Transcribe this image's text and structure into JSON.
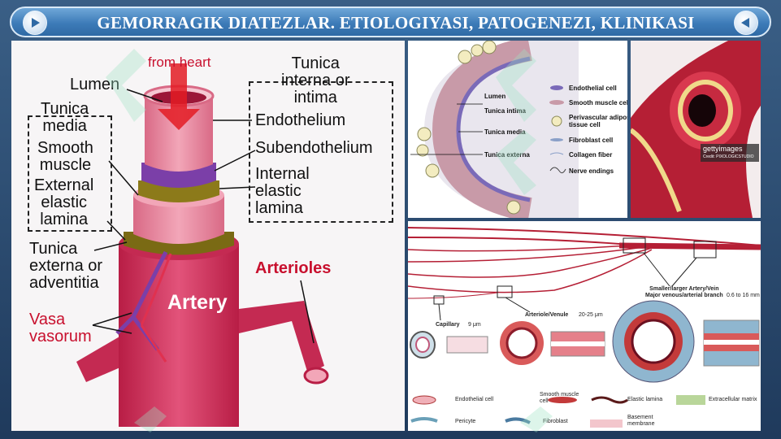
{
  "slide": {
    "title": "GEMORRAGIK DIATEZLAR. ETIOLOGIYASI, PATOGENEZI, KLINIKASI"
  },
  "navigation": {
    "prev_icon": "play-left-icon",
    "next_icon": "play-right-icon"
  },
  "artery_diagram": {
    "from_heart": "from heart",
    "lumen": "Lumen",
    "tunica_media": "Tunica\nmedia",
    "smooth_muscle": "Smooth\nmuscle",
    "external_elastic_lamina": "External\nelastic\nlamina",
    "tunica_externa": "Tunica\nexterna or\nadventitia",
    "vasa_vasorum": "Vasa\nvasorum",
    "tunica_interna": "Tunica\ninterna or\nintima",
    "endothelium": "Endothelium",
    "subendothelium": "Subendothelium",
    "internal_elastic_lamina": "Internal\nelastic\nlamina",
    "arterioles": "Arterioles",
    "artery": "Artery"
  },
  "wall_diagram": {
    "lumen": "Lumen",
    "tunica_intima": "Tunica intima",
    "tunica_media": "Tunica media",
    "tunica_externa": "Tunica externa",
    "legend": [
      {
        "label": "Endothelial cell"
      },
      {
        "label": "Smooth muscle cell"
      },
      {
        "label": "Perivascular adipose\ntissue cell"
      },
      {
        "label": "Fibroblast cell"
      },
      {
        "label": "Collagen fiber"
      },
      {
        "label": "Nerve endings"
      }
    ]
  },
  "photo": {
    "watermark": "gettyimages",
    "credit": "Credit: PIXOLOGICSTUDIO"
  },
  "branching_diagram": {
    "capillary": "Capillary",
    "capillary_size": "9 μm",
    "arteriole": "Arteriole/Venule",
    "arteriole_size": "20-25 μm",
    "artery": "Smaller/larger Artery/Vein\nMajor venous/arterial branch",
    "artery_size": "0.6 to 16 mm",
    "legend": [
      {
        "label": "Endothelial cell"
      },
      {
        "label": "Smooth muscle\ncell"
      },
      {
        "label": "Elastic lamina"
      },
      {
        "label": "Extracellular matrix"
      },
      {
        "label": "Pericyte"
      },
      {
        "label": "Fibroblast"
      },
      {
        "label": "Basement\nmembrane"
      }
    ]
  },
  "colors": {
    "title_bar": "#3d7bb8",
    "artery_red": "#c8102e",
    "artery_pink": "#e06a8a"
  }
}
